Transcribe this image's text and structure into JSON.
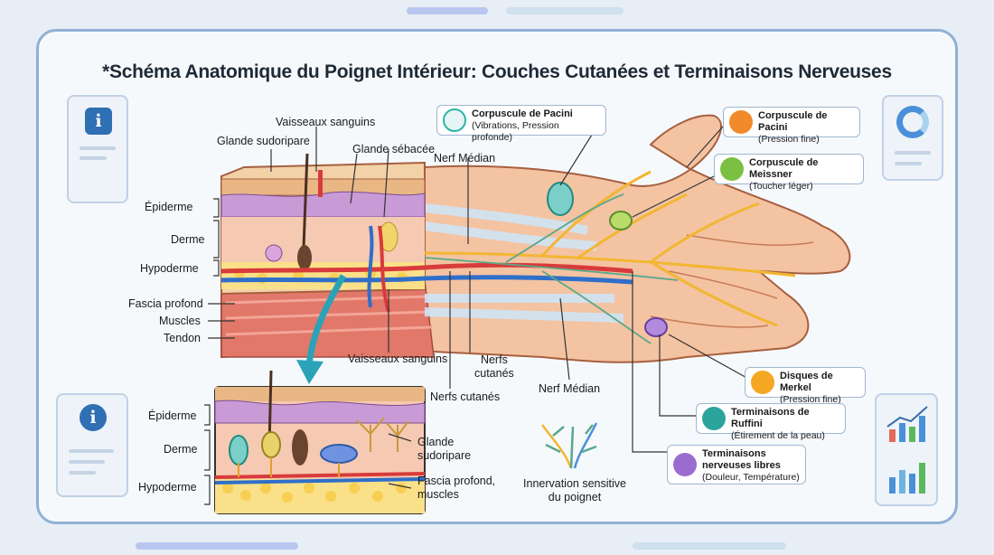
{
  "title": "*Schéma Anatomique du Poignet Intérieur: Couches Cutanées et Terminaisons Nerveuses",
  "left_labels": {
    "epiderme": "Épiderme",
    "derme": "Derme",
    "hypoderme": "Hypoderme",
    "fascia": "Fascia profond",
    "muscles": "Muscles",
    "tendon": "Tendon"
  },
  "top_labels": {
    "vaisseaux": "Vaisseaux sanguins",
    "glande_sudoripare": "Glande sudoripare",
    "glande_sebacee": "Glande sébacée",
    "nerf_median": "Nerf Médian"
  },
  "bottom_labels": {
    "vaisseaux": "Vaisseaux sanguins",
    "nerfs_cutanes_1": "Nerfs\ncutanés",
    "nerfs_cutanes_2": "Nerfs cutanés",
    "nerf_median": "Nerf Médian"
  },
  "inset": {
    "epiderme": "Épiderme",
    "derme": "Derme",
    "hypoderme": "Hypoderme",
    "glande": "Glande\nsudoripare",
    "fascia": "Fascia profond,\nmuscles"
  },
  "innervation": "Innervation sensitive\ndu poignet",
  "callouts": [
    {
      "title": "Corpuscule de Pacini",
      "sub": "(Vibrations, Pression profonde)",
      "color": "#2bb3a8"
    },
    {
      "title": "Corpuscule de Pacini",
      "sub": "(Pression fine)",
      "color": "#f08a2a"
    },
    {
      "title": "Corpuscule de Meissner",
      "sub": "(Toucher léger)",
      "color": "#7cc043"
    },
    {
      "title": "Disques de Merkel",
      "sub": "(Pression fine)",
      "color": "#f5a623"
    },
    {
      "title": "Terminaisons de Ruffini",
      "sub": "(Étirement de la peau)",
      "color": "#2ba59c"
    },
    {
      "title": "Terminaisons\nnerveuses libres",
      "sub": "(Douleur, Température)",
      "color": "#9b6ccf"
    }
  ]
}
